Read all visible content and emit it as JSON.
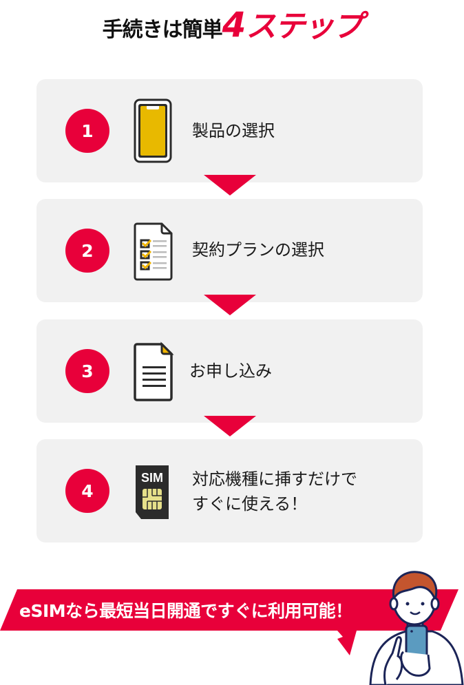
{
  "header": {
    "title_prefix": "手続きは簡単",
    "title_number": "4",
    "title_suffix": "ステップ"
  },
  "steps": [
    {
      "number": "1",
      "icon": "smartphone-icon",
      "label": "製品の選択"
    },
    {
      "number": "2",
      "icon": "checklist-document-icon",
      "label": "契約プランの選択"
    },
    {
      "number": "3",
      "icon": "document-icon",
      "label": "お申し込み"
    },
    {
      "number": "4",
      "icon": "sim-card-icon",
      "sim_text": "SIM",
      "label_line1": "対応機種に挿すだけで",
      "label_line2": "すぐに使える！"
    }
  ],
  "banner": {
    "text": "eSIMなら最短当日開通ですぐに利用可能！",
    "illustration": "person-holding-phone-illustration"
  },
  "colors": {
    "accent": "#e8003a",
    "card_bg": "#f1f1f1",
    "phone_screen": "#e8b900",
    "check_yellow": "#f0b400",
    "sim_body": "#2b2b2b",
    "sim_chip": "#e6e08a",
    "hair": "#c4552e",
    "phone_blue": "#5b9bc0",
    "outline_navy": "#1b2457"
  }
}
